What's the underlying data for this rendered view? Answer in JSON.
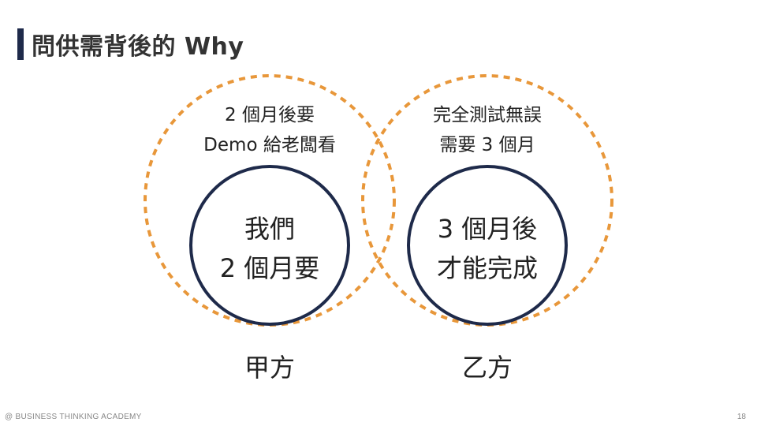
{
  "slide": {
    "title": "問供需背後的 Why",
    "page_number": "18"
  },
  "footer": {
    "brand": "@ BUSINESS THINKING ACADEMY"
  },
  "colors": {
    "accent_bar": "#1e2a4a",
    "dashed_circle": "#e8973a",
    "inner_circle": "#1e2a4a"
  },
  "party_a": {
    "outer_line1": "2 個月後要",
    "outer_line2": "Demo 給老闆看",
    "inner_line1": "我們",
    "inner_line2": "2 個月要",
    "label": "甲方"
  },
  "party_b": {
    "outer_line1": "完全測試無誤",
    "outer_line2": "需要 3 個月",
    "inner_line1": "3 個月後",
    "inner_line2": "才能完成",
    "label": "乙方"
  }
}
